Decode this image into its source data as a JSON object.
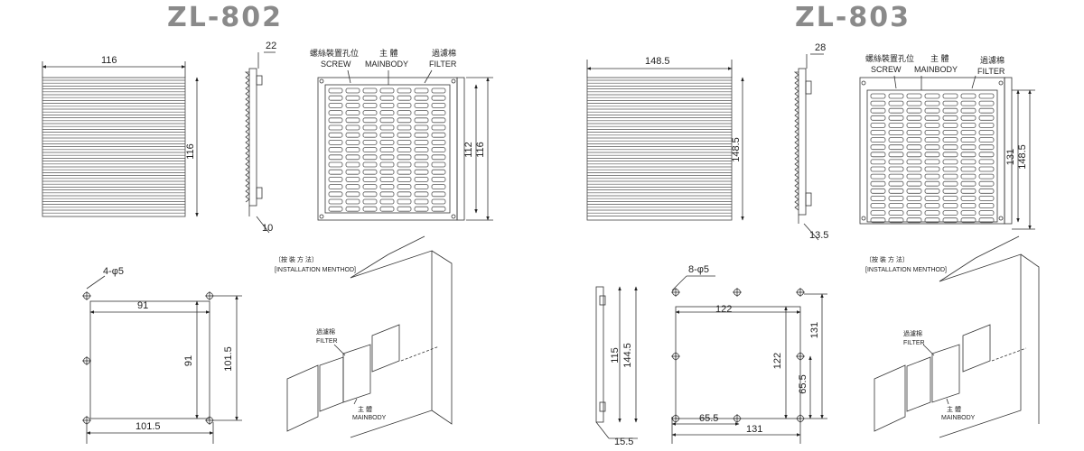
{
  "left": {
    "title": "ZL-802",
    "width_top": "116",
    "depth_top": "22",
    "height_side": "116",
    "lip_bottom": "10",
    "inner_right": "112",
    "outer_right": "116",
    "label_screw_cn": "螺絲裝置孔位",
    "label_screw": "SCREW",
    "label_main_cn": "主 體",
    "label_main": "MAINBODY",
    "label_filter_cn": "過濾棉",
    "label_filter": "FILTER",
    "holes": "4-φ5",
    "cut_width": "91",
    "cut_height": "91",
    "hole_pitch_v": "101.5",
    "hole_pitch_h": "101.5",
    "install_cn": "〔按 裝 方 法〕",
    "install_en": "[INSTALLATION MENTHOD]",
    "iso_filter_cn": "過濾棉",
    "iso_filter": "FILTER",
    "iso_main_cn": "主 體",
    "iso_main": "MAINBODY"
  },
  "right": {
    "title": "ZL-803",
    "width_top": "148.5",
    "depth_top": "28",
    "height_side": "148.5",
    "lip_bottom": "13.5",
    "inner_right": "131",
    "outer_right": "148.5",
    "label_screw_cn": "螺絲裝置孔位",
    "label_screw": "SCREW",
    "label_main_cn": "主 體",
    "label_main": "MAINBODY",
    "label_filter_cn": "過濾棉",
    "label_filter": "FILTER",
    "holes": "8-φ5",
    "side_inner": "115",
    "side_outer": "144.5",
    "side_bottom": "15.5",
    "cut_width": "122",
    "cut_height": "122",
    "hole_pitch_v": "131",
    "half_v": "65.5",
    "half_h": "65.5",
    "hole_pitch_h": "131",
    "install_cn": "〔按 裝 方 法〕",
    "install_en": "[INSTALLATION MENTHOD]",
    "iso_filter_cn": "過濾棉",
    "iso_filter": "FILTER",
    "iso_main_cn": "主 體",
    "iso_main": "MAINBODY"
  }
}
